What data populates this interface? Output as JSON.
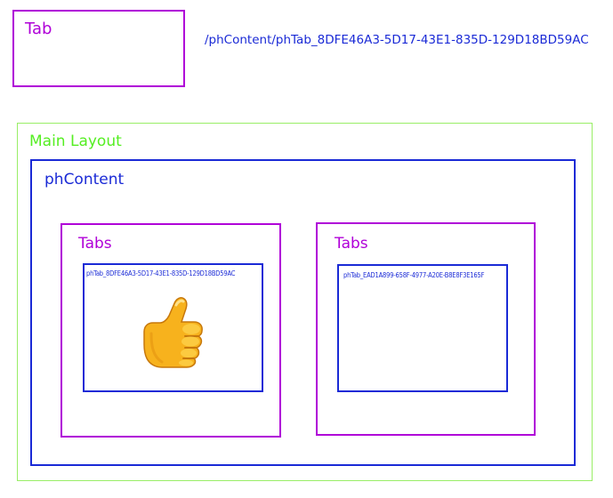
{
  "legend": {
    "tab_label": "Tab",
    "path": "/phContent/phTab_8DFE46A3-5D17-43E1-835D-129D18BD59AC"
  },
  "main_layout": {
    "label": "Main Layout",
    "placeholder": {
      "label": "phContent",
      "tabs": [
        {
          "label": "Tabs",
          "content_label": "phTab_8DFE46A3-5D17-43E1-835D-129D18BD59AC",
          "icon": "thumbs-up-icon"
        },
        {
          "label": "Tabs",
          "content_label": "phTab_EAD1A899-658F-4977-A20E-B8E8F3E165F"
        }
      ]
    }
  },
  "colors": {
    "tab": "#b000d8",
    "placeholder": "#1a2ad6",
    "main_layout": "#55ee22"
  }
}
